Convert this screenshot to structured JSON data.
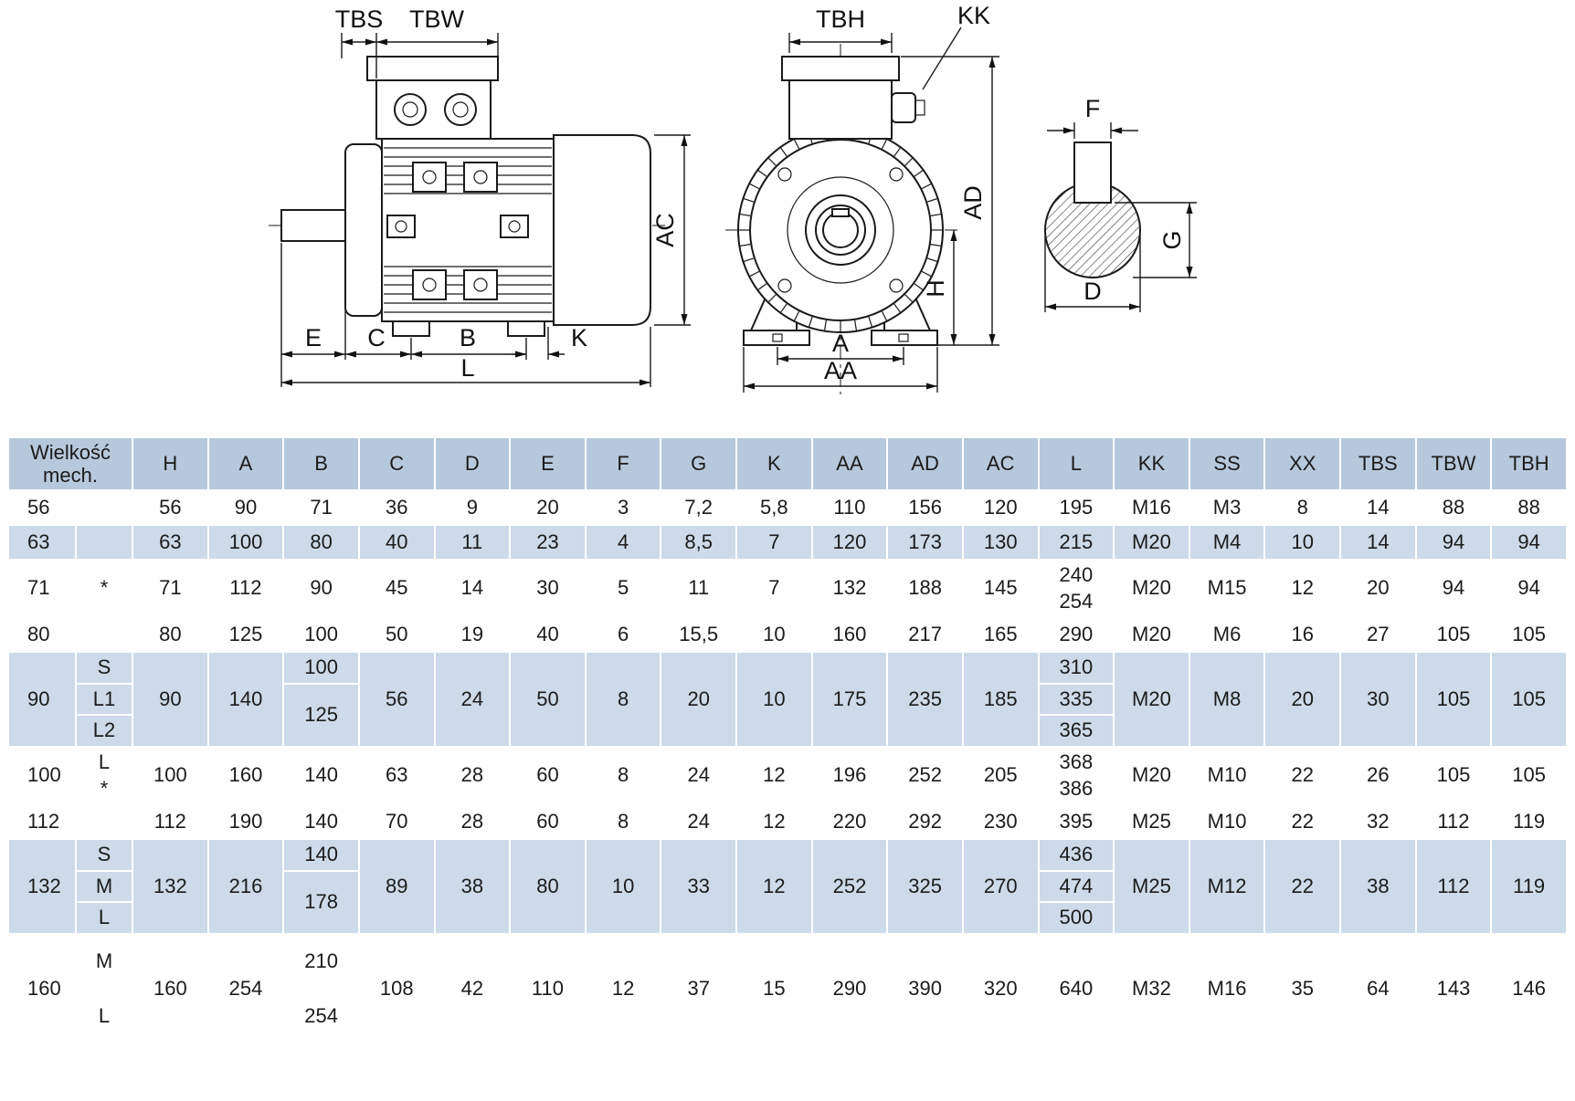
{
  "diagram": {
    "labels": {
      "tbs": "TBS",
      "tbw": "TBW",
      "tbh": "TBH",
      "kk": "KK",
      "ac": "AC",
      "ad": "AD",
      "h": "H",
      "a": "A",
      "aa": "AA",
      "e": "E",
      "c": "C",
      "b": "B",
      "k": "K",
      "l": "L",
      "f": "F",
      "g": "G",
      "d": "D"
    }
  },
  "table": {
    "size_header": "Wielkość mech.",
    "columns": [
      "H",
      "A",
      "B",
      "C",
      "D",
      "E",
      "F",
      "G",
      "K",
      "AA",
      "AD",
      "AC",
      "L",
      "KK",
      "SS",
      "XX",
      "TBS",
      "TBW",
      "TBH"
    ],
    "rows": [
      {
        "size": "56",
        "variant": "",
        "shaded": false,
        "values": {
          "H": "56",
          "A": "90",
          "B": "71",
          "C": "36",
          "D": "9",
          "E": "20",
          "F": "3",
          "G": "7,2",
          "K": "5,8",
          "AA": "110",
          "AD": "156",
          "AC": "120",
          "L": "195",
          "KK": "M16",
          "SS": "M3",
          "XX": "8",
          "TBS": "14",
          "TBW": "88",
          "TBH": "88"
        }
      },
      {
        "size": "63",
        "variant": "",
        "shaded": true,
        "values": {
          "H": "63",
          "A": "100",
          "B": "80",
          "C": "40",
          "D": "11",
          "E": "23",
          "F": "4",
          "G": "8,5",
          "K": "7",
          "AA": "120",
          "AD": "173",
          "AC": "130",
          "L": "215",
          "KK": "M20",
          "SS": "M4",
          "XX": "10",
          "TBS": "14",
          "TBW": "94",
          "TBH": "94"
        }
      },
      {
        "size": "71",
        "variant": "*",
        "shaded": false,
        "values": {
          "H": "71",
          "A": "112",
          "B": "90",
          "C": "45",
          "D": "14",
          "E": "30",
          "F": "5",
          "G": "11",
          "K": "7",
          "AA": "132",
          "AD": "188",
          "AC": "145",
          "L": "240\n254",
          "KK": "M20",
          "SS": "M15",
          "XX": "12",
          "TBS": "20",
          "TBW": "94",
          "TBH": "94"
        }
      },
      {
        "size": "80",
        "variant": "",
        "shaded": false,
        "values": {
          "H": "80",
          "A": "125",
          "B": "100",
          "C": "50",
          "D": "19",
          "E": "40",
          "F": "6",
          "G": "15,5",
          "K": "10",
          "AA": "160",
          "AD": "217",
          "AC": "165",
          "L": "290",
          "KK": "M20",
          "SS": "M6",
          "XX": "16",
          "TBS": "27",
          "TBW": "105",
          "TBH": "105"
        }
      },
      {
        "size": "90",
        "subrows": 3,
        "variant": [
          "S",
          "L1",
          "L2"
        ],
        "shaded": true,
        "values": {
          "H": "90",
          "A": "140",
          "B": [
            {
              "t": "100",
              "s": 1
            },
            {
              "t": "125",
              "s": 2
            }
          ],
          "C": "56",
          "D": "24",
          "E": "50",
          "F": "8",
          "G": "20",
          "K": "10",
          "AA": "175",
          "AD": "235",
          "AC": "185",
          "L": [
            {
              "t": "310",
              "s": 1
            },
            {
              "t": "335",
              "s": 1
            },
            {
              "t": "365",
              "s": 1
            }
          ],
          "KK": "M20",
          "SS": "M8",
          "XX": "20",
          "TBS": "30",
          "TBW": "105",
          "TBH": "105"
        }
      },
      {
        "size": "100",
        "variant": "L\n*",
        "shaded": false,
        "values": {
          "H": "100",
          "A": "160",
          "B": "140",
          "C": "63",
          "D": "28",
          "E": "60",
          "F": "8",
          "G": "24",
          "K": "12",
          "AA": "196",
          "AD": "252",
          "AC": "205",
          "L": "368\n386",
          "KK": "M20",
          "SS": "M10",
          "XX": "22",
          "TBS": "26",
          "TBW": "105",
          "TBH": "105"
        }
      },
      {
        "size": "112",
        "variant": "",
        "shaded": false,
        "values": {
          "H": "112",
          "A": "190",
          "B": "140",
          "C": "70",
          "D": "28",
          "E": "60",
          "F": "8",
          "G": "24",
          "K": "12",
          "AA": "220",
          "AD": "292",
          "AC": "230",
          "L": "395",
          "KK": "M25",
          "SS": "M10",
          "XX": "22",
          "TBS": "32",
          "TBW": "112",
          "TBH": "119"
        }
      },
      {
        "size": "132",
        "subrows": 3,
        "variant": [
          "S",
          "M",
          "L"
        ],
        "shaded": true,
        "values": {
          "H": "132",
          "A": "216",
          "B": [
            {
              "t": "140",
              "s": 1
            },
            {
              "t": "178",
              "s": 2
            }
          ],
          "C": "89",
          "D": "38",
          "E": "80",
          "F": "10",
          "G": "33",
          "K": "12",
          "AA": "252",
          "AD": "325",
          "AC": "270",
          "L": [
            {
              "t": "436",
              "s": 1
            },
            {
              "t": "474",
              "s": 1
            },
            {
              "t": "500",
              "s": 1
            }
          ],
          "KK": "M25",
          "SS": "M12",
          "XX": "22",
          "TBS": "38",
          "TBW": "112",
          "TBH": "119"
        }
      },
      {
        "size": "160",
        "subrows": 2,
        "variant": [
          "M",
          "L"
        ],
        "shaded": false,
        "values": {
          "H": "160",
          "A": "254",
          "B": [
            {
              "t": "210",
              "s": 1
            },
            {
              "t": "254",
              "s": 1
            }
          ],
          "C": "108",
          "D": "42",
          "E": "110",
          "F": "12",
          "G": "37",
          "K": "15",
          "AA": "290",
          "AD": "390",
          "AC": "320",
          "L": "640",
          "KK": "M32",
          "SS": "M16",
          "XX": "35",
          "TBS": "64",
          "TBW": "143",
          "TBH": "146"
        }
      }
    ]
  }
}
